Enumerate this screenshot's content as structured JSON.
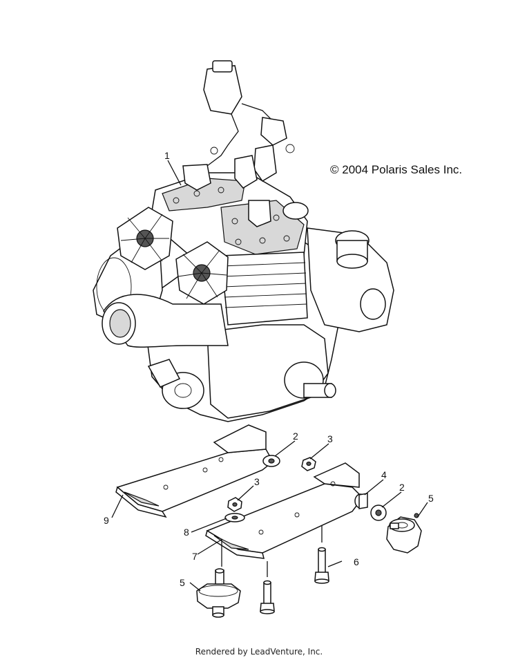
{
  "copyright": "© 2004 Polaris Sales Inc.",
  "footer": "Rendered by LeadVenture, Inc.",
  "callouts": {
    "c1": "1",
    "c2a": "2",
    "c3a": "3",
    "c3b": "3",
    "c4": "4",
    "c2b": "2",
    "c5a": "5",
    "c9": "9",
    "c8": "8",
    "c7": "7",
    "c6": "6",
    "c5b": "5"
  }
}
